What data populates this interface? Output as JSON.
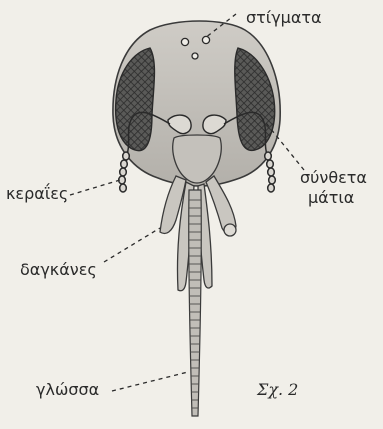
{
  "labels": {
    "stigmata": "στίγματα",
    "compound_eyes_line1": "σύνθετα",
    "compound_eyes_line2": "μάτια",
    "antennae": "κεραΐες",
    "mandibles": "δαγκάνες",
    "tongue": "γλώσσα",
    "figure_caption": "Σχ. 2"
  },
  "colors": {
    "background": "#f1efe9",
    "ink": "#2a2a2a",
    "head_fill": "#bdbab4",
    "eye_fill": "#4a4a48",
    "mouthpart_fill": "#c9c6c0"
  }
}
